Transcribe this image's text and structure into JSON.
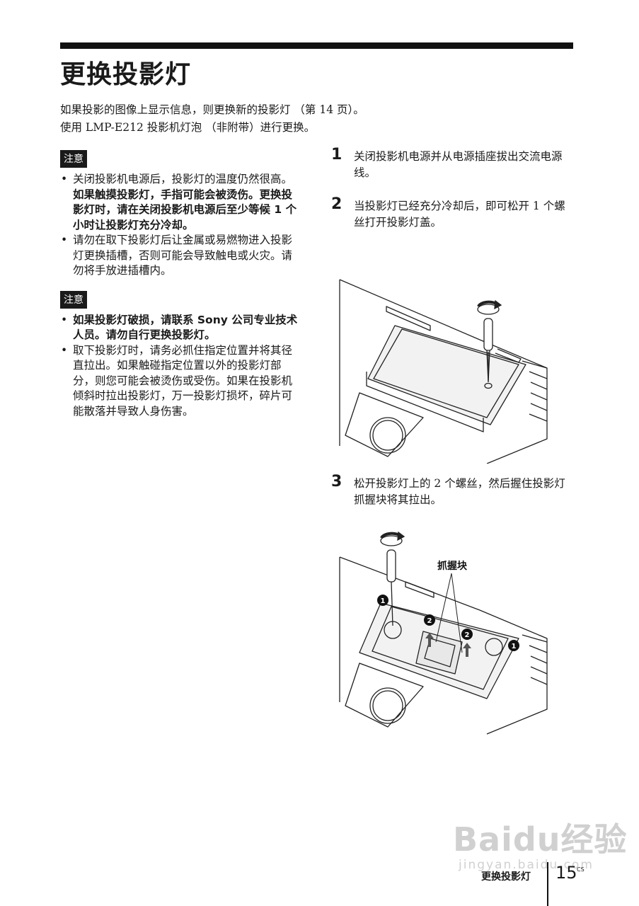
{
  "title": "更换投影灯",
  "intro": [
    "如果投影的图像上显示信息，则更换新的投影灯 （第 14 页）。",
    "使用 LMP-E212 投影机灯泡 （非附带）进行更换。"
  ],
  "caution1": {
    "badge": "注意",
    "item1_normal": "关闭投影机电源后，投影灯的温度仍然很高。",
    "item1_bold": "如果触摸投影灯，手指可能会被烫伤。更换投影灯时，请在关闭投影机电源后至少等候 1 个小时让投影灯充分冷却。",
    "item2": "请勿在取下投影灯后让金属或易燃物进入投影灯更换插槽，否则可能会导致触电或火灾。请勿将手放进插槽内。"
  },
  "caution2": {
    "badge": "注意",
    "item1_bold": "如果投影灯破损，请联系 Sony 公司专业技术人员。请勿自行更换投影灯。",
    "item2": "取下投影灯时，请务必抓住指定位置并将其径直拉出。如果触碰指定位置以外的投影灯部分，则您可能会被烫伤或受伤。如果在投影机倾斜时拉出投影灯，万一投影灯损坏，碎片可能散落并导致人身伤害。"
  },
  "steps": [
    {
      "num": "1",
      "text": "关闭投影机电源并从电源插座拔出交流电源线。"
    },
    {
      "num": "2",
      "text": "当投影灯已经充分冷却后，即可松开 1 个螺丝打开投影灯盖。"
    },
    {
      "num": "3",
      "text": "松开投影灯上的 2 个螺丝，然后握住投影灯抓握块将其拉出。"
    }
  ],
  "figure2": {
    "callout": "抓握块",
    "markers": [
      "1",
      "2",
      "2",
      "1"
    ]
  },
  "footer": {
    "section": "更换投影灯",
    "page": "15",
    "lang": "CS"
  },
  "watermark": {
    "logo": "Baidu经验",
    "url": "jingyan.baidu.com"
  }
}
